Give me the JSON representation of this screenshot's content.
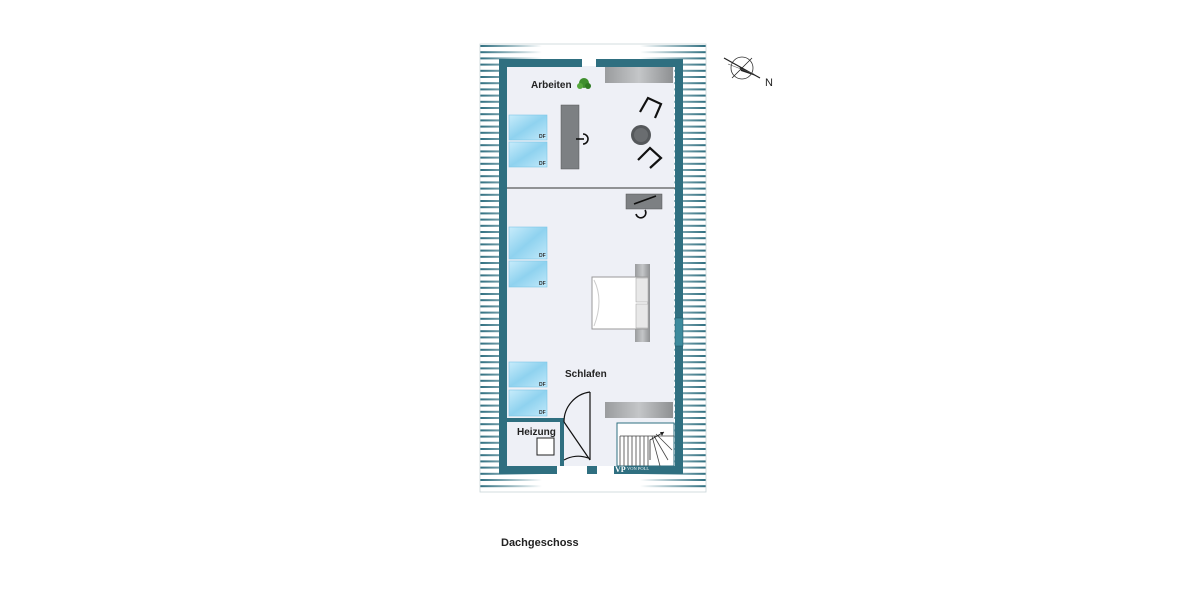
{
  "rooms": {
    "work": "Arbeiten",
    "sleep": "Schlafen",
    "heating": "Heizung"
  },
  "roof_window_label": "DF",
  "floor_name": "Dachgeschoss",
  "compass": {
    "north_label": "N"
  },
  "logo_text": "VON POLL",
  "colors": {
    "wall": "#2f6f80",
    "floor": "#eef0f6",
    "roof_lines": "#2f6f80",
    "window": "#a9dcf2"
  }
}
